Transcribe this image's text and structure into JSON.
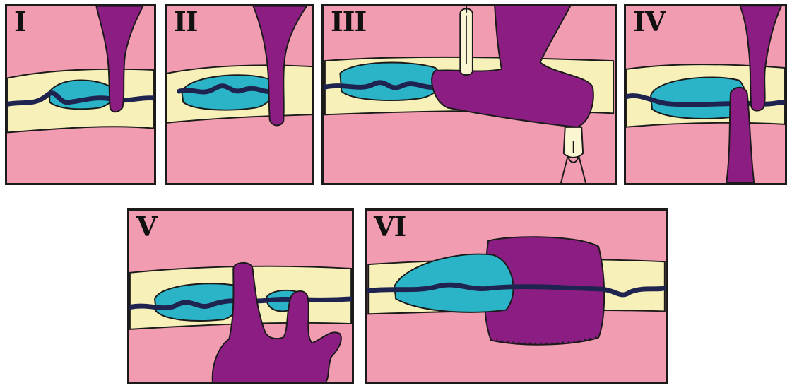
{
  "panels": [
    {
      "id": "p1",
      "label": "I"
    },
    {
      "id": "p2",
      "label": "II"
    },
    {
      "id": "p3",
      "label": "III"
    },
    {
      "id": "p4",
      "label": "IV"
    },
    {
      "id": "p5",
      "label": "V"
    },
    {
      "id": "p6",
      "label": "VI"
    }
  ],
  "colors": {
    "tissue": "#f19cb0",
    "cord": "#f7f0b8",
    "nerve": "#1e2350",
    "lesion": "#2bb3c8",
    "graft": "#8c1e83",
    "clip": "#fbf6d2",
    "outline": "#1a1a1a"
  }
}
